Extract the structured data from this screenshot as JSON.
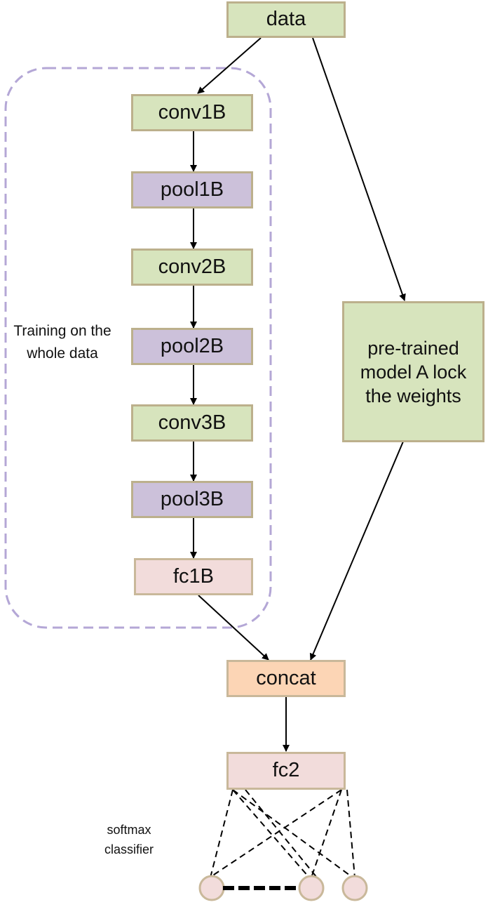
{
  "nodes": {
    "data": "data",
    "conv1b": "conv1B",
    "pool1b": "pool1B",
    "conv2b": "conv2B",
    "pool2b": "pool2B",
    "conv3b": "conv3B",
    "pool3b": "pool3B",
    "fc1b": "fc1B",
    "pretrained": "pre-trained model A lock the weights",
    "concat": "concat",
    "fc2": "fc2"
  },
  "labels": {
    "training": "Training on the whole data",
    "softmax": "softmax classifier"
  },
  "colors": {
    "green": "#d7e4bd",
    "purple": "#ccc1da",
    "pink": "#f2dcdb",
    "orange": "#fcd5b5",
    "dashed_region": "#b4a7d6",
    "arrow": "#000000"
  }
}
